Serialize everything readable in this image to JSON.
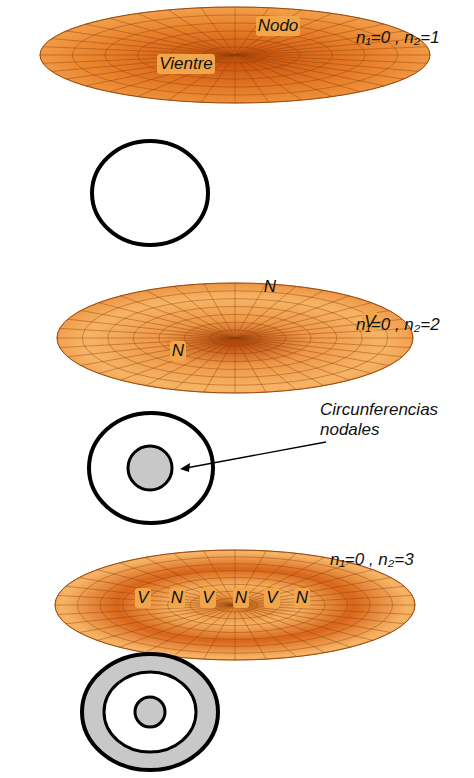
{
  "diagram": {
    "labels": [
      "Nodo",
      "Vientre",
      "n₁=0 , n₂=1",
      "N",
      "V",
      "N",
      "n₁=0 , n₂=2",
      "Circunferencias nodales",
      "n₁=0 , n₂=3",
      "V",
      "N",
      "V",
      "N",
      "V",
      "N"
    ]
  }
}
